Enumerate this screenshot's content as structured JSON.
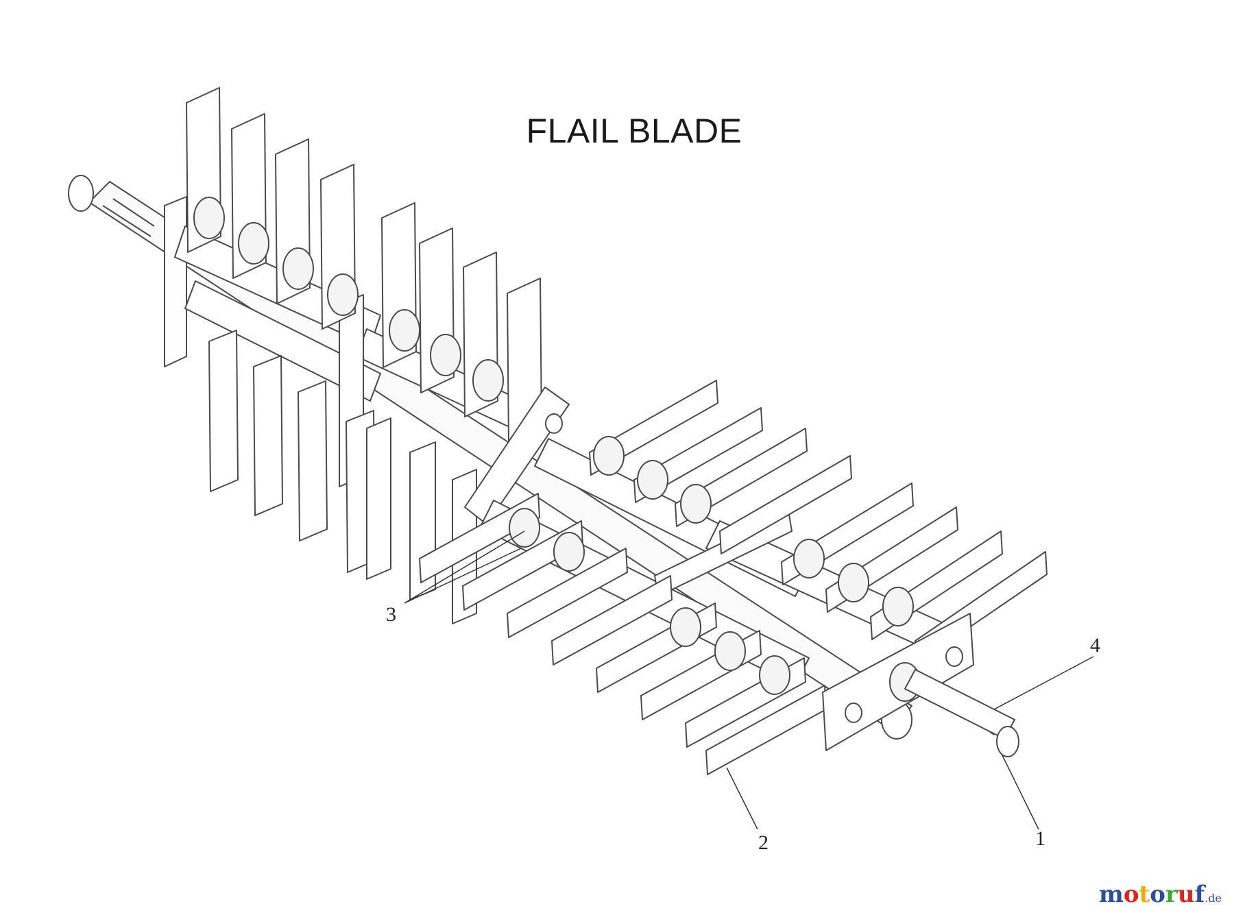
{
  "diagram": {
    "title": "FLAIL BLADE",
    "callouts": [
      {
        "id": "1",
        "label": "1"
      },
      {
        "id": "2",
        "label": "2"
      },
      {
        "id": "3",
        "label": "3"
      },
      {
        "id": "4",
        "label": "4"
      }
    ]
  },
  "watermark": {
    "parts": [
      {
        "text": "m",
        "color": "#2b4f9e"
      },
      {
        "text": "o",
        "color": "#e2231a"
      },
      {
        "text": "t",
        "color": "#f2a900"
      },
      {
        "text": "o",
        "color": "#2b4f9e"
      },
      {
        "text": "r",
        "color": "#3aa935"
      },
      {
        "text": "u",
        "color": "#e2231a"
      },
      {
        "text": "f",
        "color": "#2b4f9e"
      }
    ],
    "suffix": ".de"
  }
}
